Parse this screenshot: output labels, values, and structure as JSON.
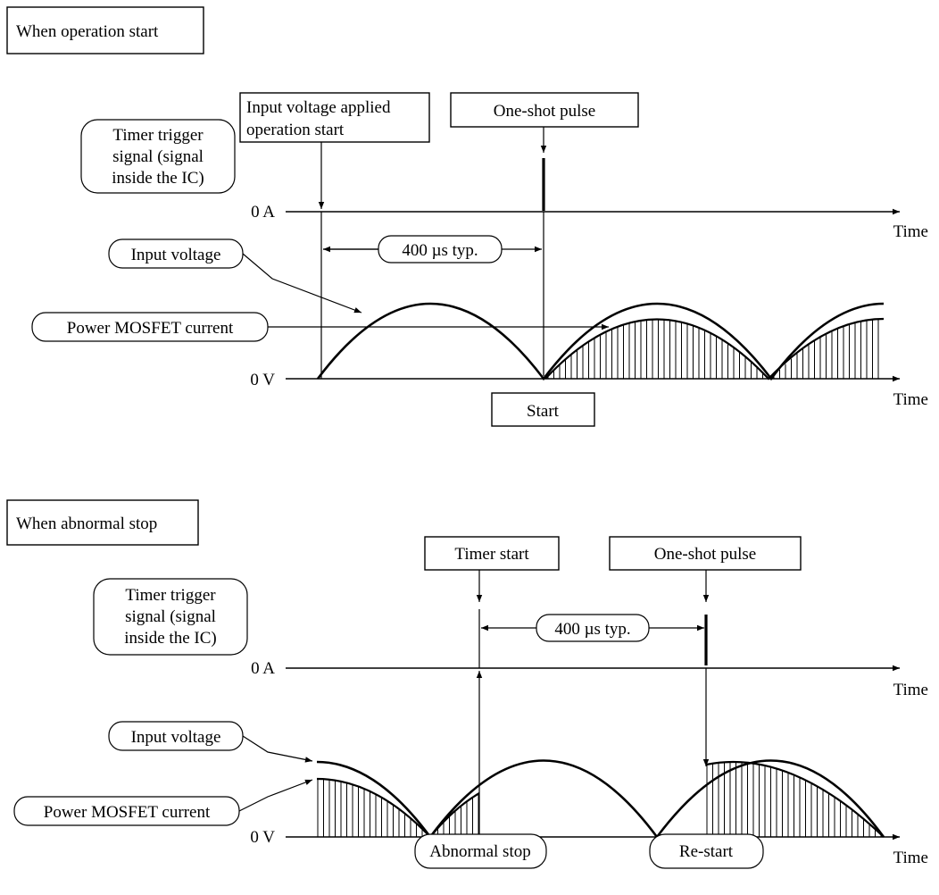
{
  "top": {
    "title": "When operation start",
    "callout_input_applied": [
      "Input voltage applied",
      "operation start"
    ],
    "callout_one_shot": "One-shot pulse",
    "timer_trigger_label": [
      "Timer trigger",
      "signal (signal",
      "inside the IC)"
    ],
    "zero_a": "0 A",
    "zero_v": "0 V",
    "time_label_upper": "Time",
    "time_label_lower": "Time",
    "interval_label": "400 µs typ.",
    "input_voltage_label": "Input voltage",
    "mosfet_current_label": "Power MOSFET current",
    "start_label": "Start"
  },
  "bottom": {
    "title": "When abnormal stop",
    "callout_timer_start": "Timer start",
    "callout_one_shot": "One-shot pulse",
    "timer_trigger_label": [
      "Timer trigger",
      "signal (signal",
      "inside the IC)"
    ],
    "zero_a": "0 A",
    "zero_v": "0 V",
    "time_label_upper": "Time",
    "time_label_lower": "Time",
    "interval_label": "400 µs typ.",
    "input_voltage_label": "Input voltage",
    "mosfet_current_label": "Power MOSFET current",
    "abnormal_stop_label": "Abnormal stop",
    "restart_label": "Re-start"
  }
}
